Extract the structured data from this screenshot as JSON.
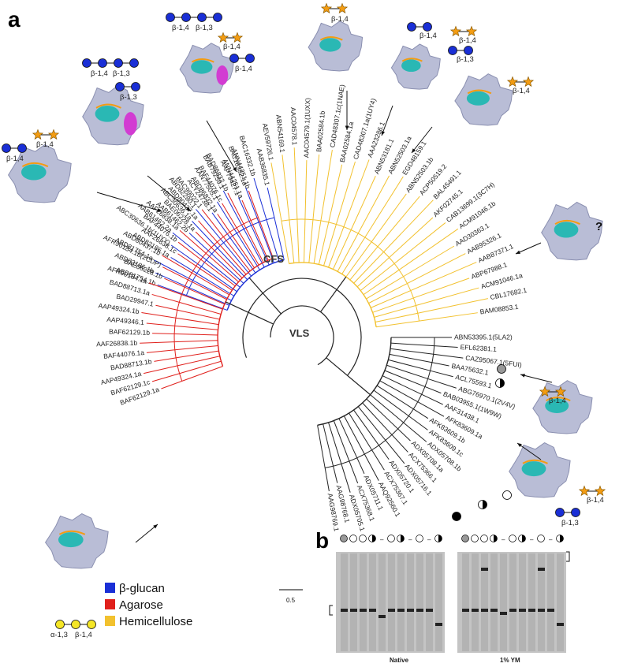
{
  "panel_a": "a",
  "panel_b": "b",
  "clades": {
    "cfs": "CFS",
    "vls": "VLS"
  },
  "unknown_mark": "?",
  "scale_bar": "0.5",
  "legend": [
    {
      "label": "β-glucan",
      "color": "#1a2fd6"
    },
    {
      "label": "Agarose",
      "color": "#e0201c"
    },
    {
      "label": "Hemicellulose",
      "color": "#f2c12e"
    }
  ],
  "colors": {
    "beta_glucan": "#1a2fd6",
    "agarose": "#e0201c",
    "hemicellulose": "#f2c12e",
    "unclassified": "#222222",
    "protein_surface": "#b9bdd6",
    "binding_site": "#2ab8b4",
    "alt_site": "#d23cd2",
    "ligand": "#f39c12"
  },
  "bonds": {
    "b14": "β-1,4",
    "b13": "β-1,3",
    "a13": "α-1,3"
  },
  "leaves": {
    "hemicellulose": [
      "AEV59726.1",
      "ABN54169.1",
      "AAC04578.1",
      "AAC04579.1(1UXX)",
      "BAA02584.1b",
      "CAD48307.1c(1NAE)",
      "BAA02584.1a",
      "CAD48307.1a(1UY4)",
      "AAA23286.1",
      "ABN53181.1",
      "ABN52503.1a",
      "EGD48159.1",
      "ABN52503.1b",
      "ACP50519.2",
      "BAL45491.1",
      "AKF02745.1",
      "CAB13699.1(3C7H)",
      "ACM91046.1b",
      "AAD30363.1",
      "AAB95326.1",
      "AAB87371.1",
      "ABP67988.1",
      "ACM91046.1a",
      "CBL17682.1",
      "BAM08853.1"
    ],
    "beta_glucan": [
      "ABD81754.1b",
      "ABD82186.1b",
      "ABD81754.1a",
      "ABD82186.1a",
      "ABC30636.1b(1UYY)",
      "AAB61462.2a",
      "AAB61462.2b",
      "ABC30636.1a",
      "ABD82280.1",
      "ACY24738.1",
      "AAN77505.1",
      "BAB79259.1",
      "AAP79427.1",
      "BAC16332.1a",
      "BAC16332.1b",
      "AAB36835.1"
    ],
    "agarose": [
      "BAF62129.1a",
      "BAF62129.1c",
      "AAP49324.1a",
      "BAD88713.1b",
      "BAF44076.1a",
      "AAF26838.1b",
      "BAF62129.1b",
      "AAP49346.1",
      "AAP49324.1b",
      "BAD29947.1",
      "BAD88713.1a",
      "AFR90184.1a",
      "BAE06228.1b",
      "AFR90184.1b(2CDP)",
      "ABD80437.1b",
      "AAF26838.1c",
      "BAF44076.1b",
      "AAF26838.1a",
      "BAE06228.1a",
      "ABD80437.1a",
      "BAC99022.1",
      "ABD86832.1a",
      "BAF44076.1c",
      "BAD86832.1b",
      "ANN44251.1a",
      "ANN44251.1b"
    ],
    "unclassified": [
      "ABN53395.1(5LA2)",
      "EFL62381.1",
      "CAZ95067.1(5FUI)",
      "BAA75632.1",
      "ACL75593.1",
      "ABG76970.1(2V4V)",
      "BAB03955.1(1W9W)",
      "AAF31438.1",
      "AFK83609.1a",
      "AFK83609.1b",
      "AFK83609.1c",
      "ADX05708.1b",
      "ADX05708.1a",
      "ACX75366.1",
      "ADX05716.1",
      "ADX05720.1",
      "ACX75367.1",
      "AAQ92560.1",
      "ADX05711.1",
      "ACX75368.1",
      "ADX05705.1",
      "AAG98768.1",
      "AAG98769.1"
    ]
  },
  "gels": {
    "native": {
      "title": "Native",
      "lanes": 11
    },
    "ym": {
      "title": "1% YM",
      "lanes": 11
    }
  }
}
